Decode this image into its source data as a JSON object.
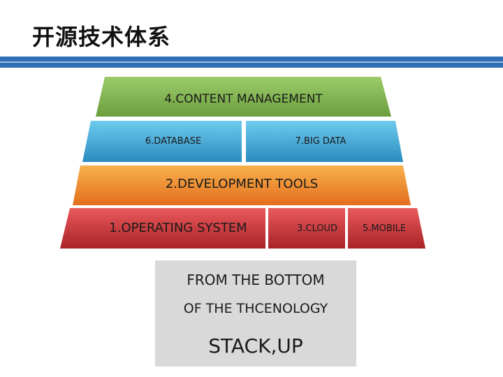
{
  "page_title": "开源技术体系",
  "colors": {
    "header_bar": "#2f6fb6",
    "content_layer": "#7ab04a",
    "data_layer": "#3aa7d6",
    "tools_layer": "#f08a2a",
    "os_layer": "#c9373a",
    "caption_bg": "#d9d9d9"
  },
  "layers": {
    "content": "4.CONTENT MANAGEMENT",
    "database": "6.DATABASE",
    "bigdata": "7.BIG DATA",
    "tools": "2.DEVELOPMENT TOOLS",
    "os": "1.OPERATING SYSTEM",
    "cloud": "3.CLOUD",
    "mobile": "5.MOBILE"
  },
  "caption": {
    "line1": "FROM THE BOTTOM",
    "line2": "OF THE THCENOLOGY",
    "line3": "STACK,UP"
  }
}
